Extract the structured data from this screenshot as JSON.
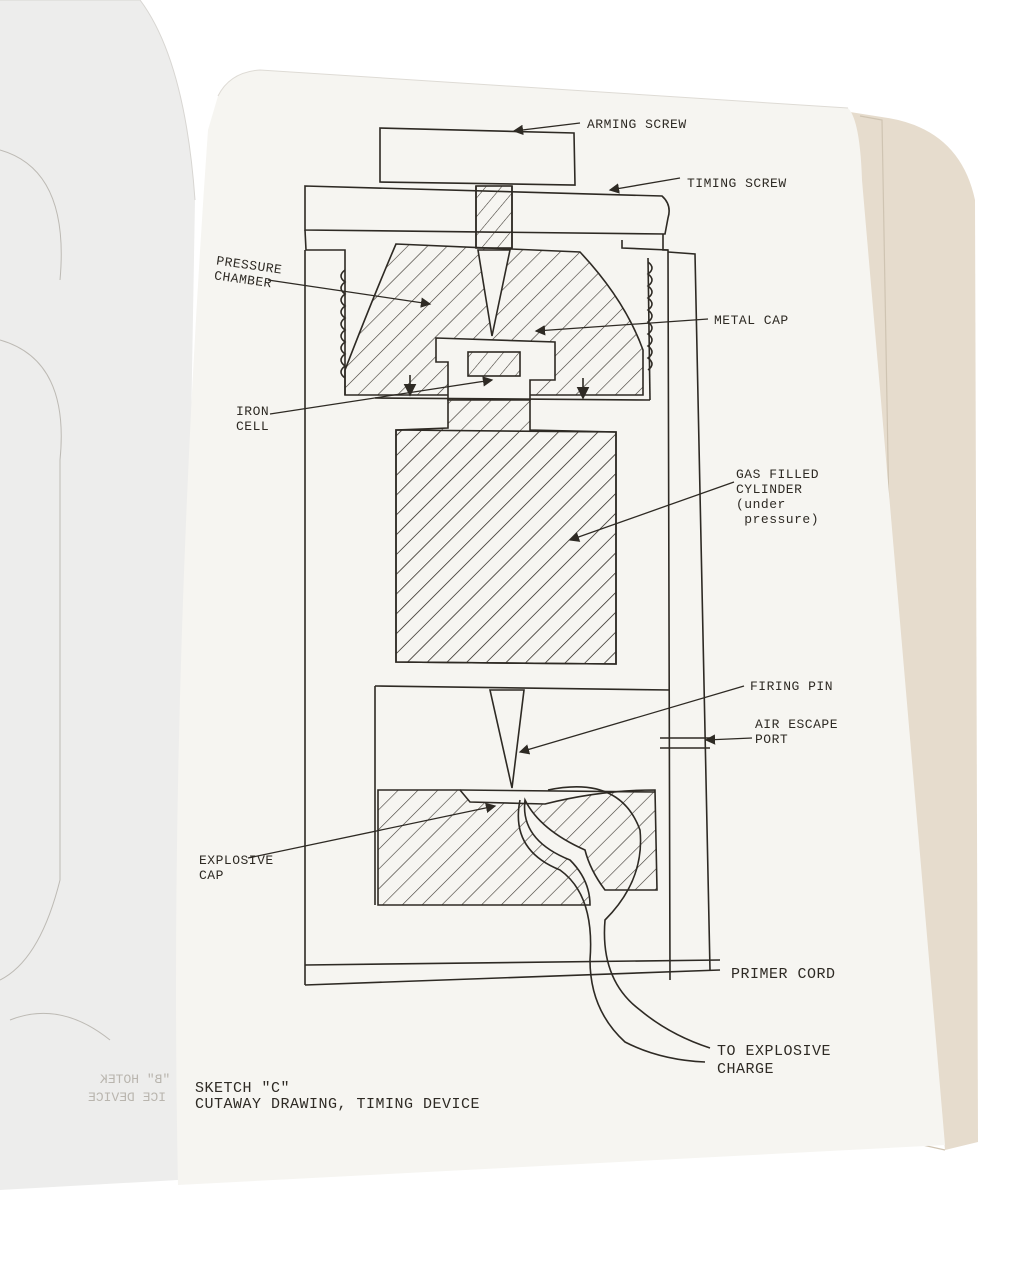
{
  "labels": {
    "arming_screw": "ARMING SCREW",
    "timing_screw": "TIMING SCREW",
    "pressure_chamber": "PRESSURE\nCHAMBER",
    "metal_cap": "METAL CAP",
    "iron_cell": "IRON\nCELL",
    "gas_cylinder": "GAS FILLED\nCYLINDER\n(under\n pressure)",
    "firing_pin": "FIRING PIN",
    "air_escape_port": "AIR ESCAPE\nPORT",
    "explosive_cap": "EXPLOSIVE\nCAP",
    "primer_cord": "PRIMER CORD",
    "to_explosive_charge": "TO EXPLOSIVE\nCHARGE"
  },
  "caption": {
    "line1": "SKETCH \"C\"",
    "line2": "CUTAWAY DRAWING, TIMING DEVICE"
  },
  "bleed_through": {
    "line1": "\"B\" HOTEK",
    "line2": "ICE DEVICE"
  }
}
